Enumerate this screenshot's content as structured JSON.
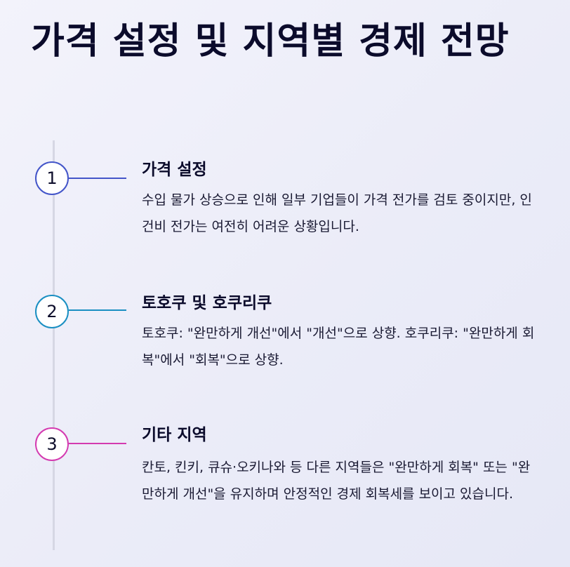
{
  "header": {
    "title": "가격 설정 및 지역별 경제 전망"
  },
  "steps": [
    {
      "number": "1",
      "title": "가격 설정",
      "description": "수입 물가 상승으로 인해 일부 기업들이 가격 전가를 검토 중이지만, 인건비 전가는 여전히 어려운 상황입니다.",
      "color": "#4355c9"
    },
    {
      "number": "2",
      "title": "토호쿠 및 호쿠리쿠",
      "description": "토호쿠: \"완만하게 개선\"에서 \"개선\"으로 상향. 호쿠리쿠: \"완만하게 회복\"에서 \"회복\"으로 상향.",
      "color": "#1a8fc2"
    },
    {
      "number": "3",
      "title": "기타 지역",
      "description": "칸토, 킨키, 큐슈·오키나와 등 다른 지역들은 \"완만하게 회복\" 또는 \"완만하게 개선\"을 유지하며 안정적인 경제 회복세를 보이고 있습니다.",
      "color": "#d43ab0"
    }
  ]
}
